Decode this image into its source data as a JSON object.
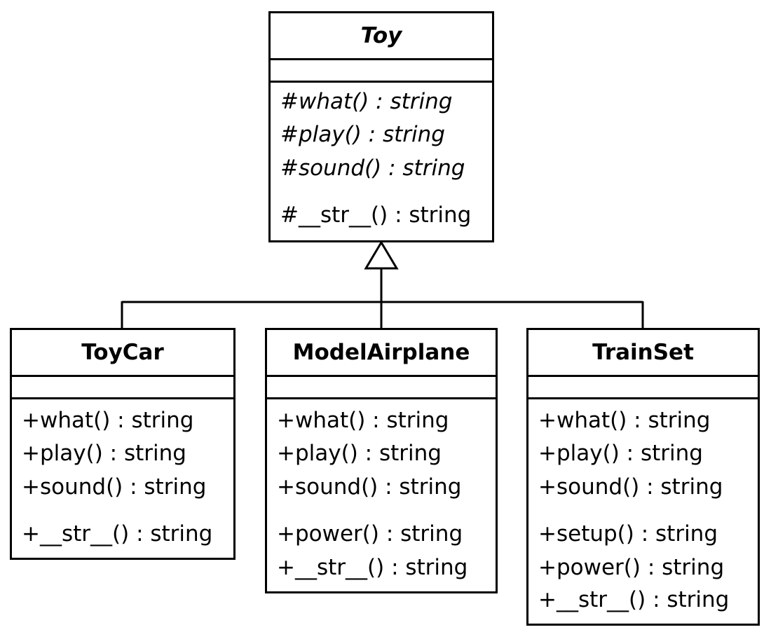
{
  "diagram": {
    "parent": {
      "name": "Toy",
      "abstract_ops": [
        "#what() : string",
        "#play() : string",
        "#sound() : string"
      ],
      "concrete_ops": [
        "#__str__() : string"
      ]
    },
    "children": [
      {
        "name": "ToyCar",
        "common_ops": [
          "+what() : string",
          "+play() : string",
          "+sound() : string"
        ],
        "extra_ops": [
          "+__str__() : string"
        ]
      },
      {
        "name": "ModelAirplane",
        "common_ops": [
          "+what() : string",
          "+play() : string",
          "+sound() : string"
        ],
        "extra_ops": [
          "+power() : string",
          "+__str__() : string"
        ]
      },
      {
        "name": "TrainSet",
        "common_ops": [
          "+what() : string",
          "+play() : string",
          "+sound() : string"
        ],
        "extra_ops": [
          "+setup() : string",
          "+power() : string",
          "+__str__() : string"
        ]
      }
    ]
  }
}
